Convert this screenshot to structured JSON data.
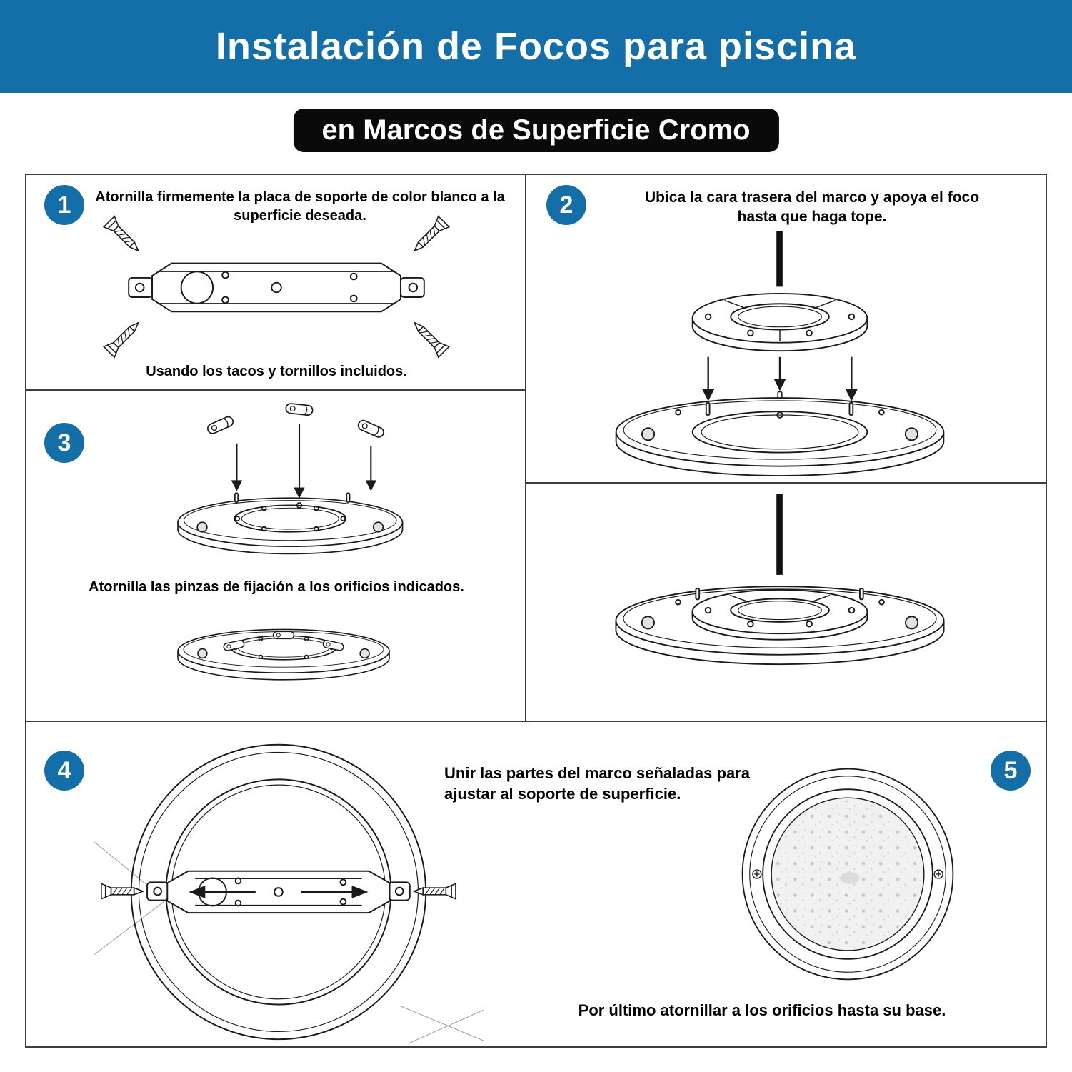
{
  "header": {
    "title": "Instalación de Focos para piscina",
    "subtitle": "en Marcos de Superficie Cromo"
  },
  "steps": {
    "s1": {
      "num": "1",
      "text": "Atornilla firmemente la placa de soporte de color blanco a la superficie deseada.",
      "caption": "Usando los tacos y tornillos incluidos."
    },
    "s2": {
      "num": "2",
      "text": "Ubica la cara trasera del marco y apoya el foco hasta que haga tope."
    },
    "s3": {
      "num": "3",
      "text": "Atornilla las pinzas de fijación a los orificios indicados."
    },
    "s4": {
      "num": "4",
      "text": "Unir las partes del marco señaladas para ajustar al soporte de superficie."
    },
    "s5": {
      "num": "5",
      "caption": "Por último atornillar a los orificios hasta su base."
    }
  },
  "colors": {
    "accent_blue": "#146FA8",
    "pill_black": "#0A0A0A",
    "line_dark": "#1A1A1A"
  }
}
